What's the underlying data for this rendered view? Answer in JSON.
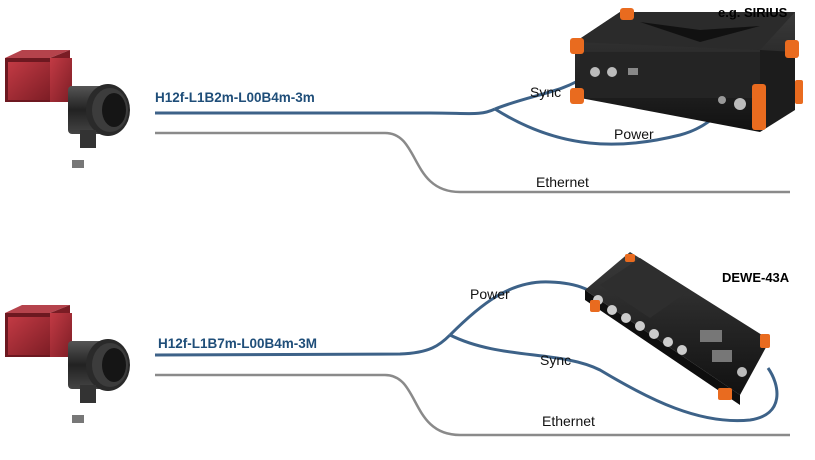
{
  "diagram": {
    "setup1": {
      "cable_label": "H12f-L1B2m-L00B4m-3m",
      "sync_label": "Sync",
      "power_label": "Power",
      "ethernet_label": "Ethernet",
      "device_label": "e.g. SIRIUS"
    },
    "setup2": {
      "cable_label": "H12f-L1B7m-L00B4m-3M",
      "power_label": "Power",
      "sync_label": "Sync",
      "ethernet_label": "Ethernet",
      "device_label": "DEWE-43A"
    }
  },
  "colors": {
    "cable": "#3d6288",
    "ethernet": "#808080",
    "camera_body": "#9e2a33",
    "device_orange": "#e96b1f"
  },
  "icons": {
    "camera": "industrial-camera-icon",
    "sirius": "sirius-daq-device-icon",
    "dewe43a": "dewe-43a-daq-device-icon"
  }
}
